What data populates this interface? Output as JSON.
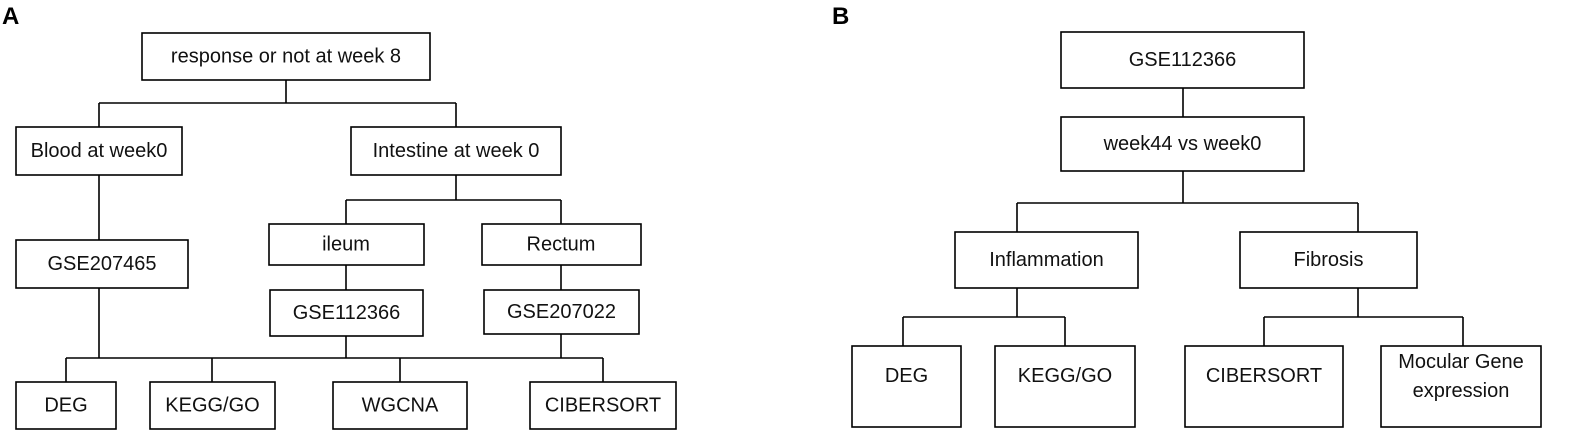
{
  "panels": [
    {
      "id": "A",
      "label": "A",
      "nodes": [
        {
          "id": "a-root",
          "lines": [
            "response or not at week 8"
          ]
        },
        {
          "id": "a-blood",
          "lines": [
            "Blood at week0"
          ]
        },
        {
          "id": "a-intestine",
          "lines": [
            "Intestine at week 0"
          ]
        },
        {
          "id": "a-ileum",
          "lines": [
            "ileum"
          ]
        },
        {
          "id": "a-rectum",
          "lines": [
            "Rectum"
          ]
        },
        {
          "id": "a-gse207465",
          "lines": [
            "GSE207465"
          ]
        },
        {
          "id": "a-gse112366",
          "lines": [
            "GSE112366"
          ]
        },
        {
          "id": "a-gse207022",
          "lines": [
            "GSE207022"
          ]
        },
        {
          "id": "a-deg",
          "lines": [
            "DEG"
          ]
        },
        {
          "id": "a-kegg",
          "lines": [
            "KEGG/GO"
          ]
        },
        {
          "id": "a-wgcna",
          "lines": [
            "WGCNA"
          ]
        },
        {
          "id": "a-cibersort",
          "lines": [
            "CIBERSORT"
          ]
        }
      ]
    },
    {
      "id": "B",
      "label": "B",
      "nodes": [
        {
          "id": "b-root",
          "lines": [
            "GSE112366"
          ]
        },
        {
          "id": "b-week",
          "lines": [
            "week44 vs week0"
          ]
        },
        {
          "id": "b-inflammation",
          "lines": [
            "Inflammation"
          ]
        },
        {
          "id": "b-fibrosis",
          "lines": [
            "Fibrosis"
          ]
        },
        {
          "id": "b-deg",
          "lines": [
            "DEG"
          ]
        },
        {
          "id": "b-kegg",
          "lines": [
            "KEGG/GO"
          ]
        },
        {
          "id": "b-cibersort",
          "lines": [
            "CIBERSORT"
          ]
        },
        {
          "id": "b-mocular",
          "lines": [
            "Mocular Gene",
            "expression"
          ]
        }
      ]
    }
  ]
}
